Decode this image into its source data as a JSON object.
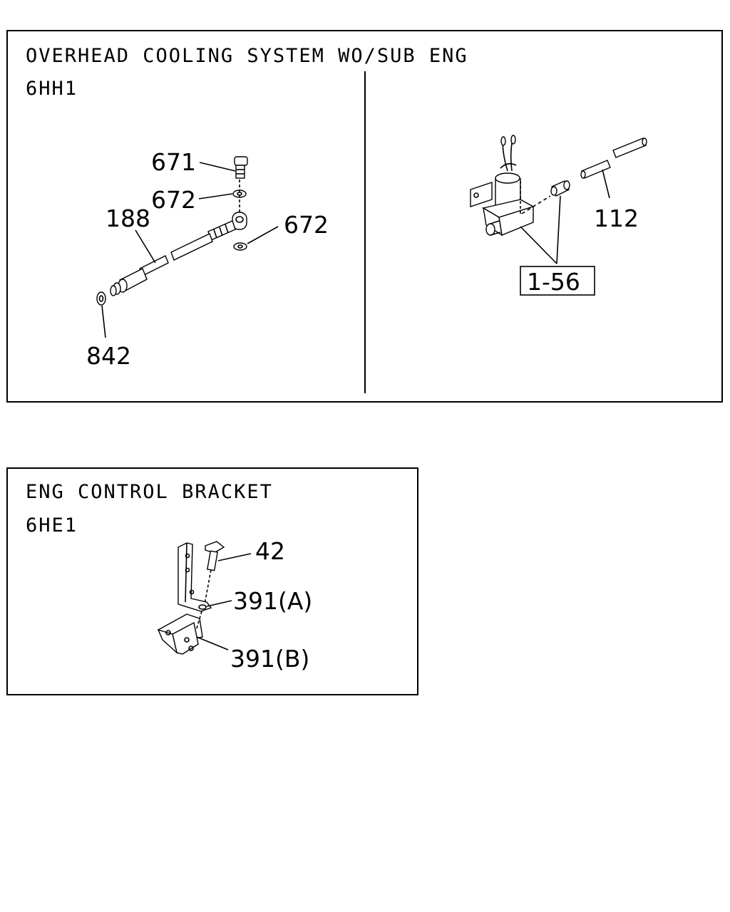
{
  "panels": [
    {
      "title": "OVERHEAD COOLING SYSTEM WO/SUB ENG",
      "code": "6HH1",
      "callouts": [
        "671",
        "672",
        "188",
        "672",
        "842",
        "112",
        "1-56"
      ]
    },
    {
      "title": "ENG CONTROL BRACKET",
      "code": "6HE1",
      "callouts": [
        "42",
        "391(A)",
        "391(B)"
      ]
    }
  ]
}
